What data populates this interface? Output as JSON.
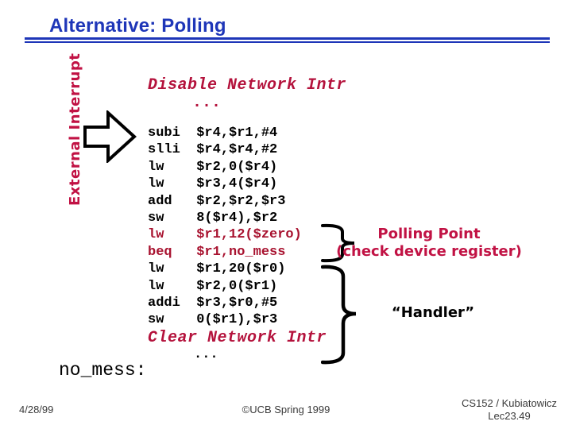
{
  "title": "Alternative: Polling",
  "colors": {
    "title_blue": "#1E36B8",
    "handwriting_crimson": "#C11244",
    "serif_red": "#B4123C",
    "asm_red": "#A8122F"
  },
  "left_annotation": {
    "label": "External Interrupt"
  },
  "code": {
    "lines": [
      {
        "text": "Disable Network Intr",
        "style": "serif-red"
      },
      {
        "text": "...",
        "style": "dots-red"
      },
      {
        "text": "subi  $r4,$r1,#4",
        "style": "asm"
      },
      {
        "text": "slli  $r4,$r4,#2",
        "style": "asm"
      },
      {
        "text": "lw    $r2,0($r4)",
        "style": "asm"
      },
      {
        "text": "lw    $r3,4($r4)",
        "style": "asm"
      },
      {
        "text": "add   $r2,$r2,$r3",
        "style": "asm"
      },
      {
        "text": "sw    8($r4),$r2",
        "style": "asm"
      },
      {
        "text": "lw    $r1,12($zero)",
        "style": "asm-red"
      },
      {
        "text": "beq   $r1,no_mess",
        "style": "asm-red"
      },
      {
        "text": "lw    $r1,20($r0)",
        "style": "asm"
      },
      {
        "text": "lw    $r2,0($r1)",
        "style": "asm"
      },
      {
        "text": "addi  $r3,$r0,#5",
        "style": "asm"
      },
      {
        "text": "sw    0($r1),$r3",
        "style": "asm"
      },
      {
        "text": "Clear Network Intr",
        "style": "serif-red"
      },
      {
        "text": "...",
        "style": "dots-black"
      }
    ],
    "label": "no_mess:"
  },
  "annotations": {
    "polling_line1": "Polling Point",
    "polling_line2": "(check device register)",
    "handler": "“Handler”"
  },
  "footer": {
    "date": "4/28/99",
    "center": "©UCB Spring 1999",
    "course": "CS152 / Kubiatowicz",
    "lecture": "Lec23.49"
  }
}
